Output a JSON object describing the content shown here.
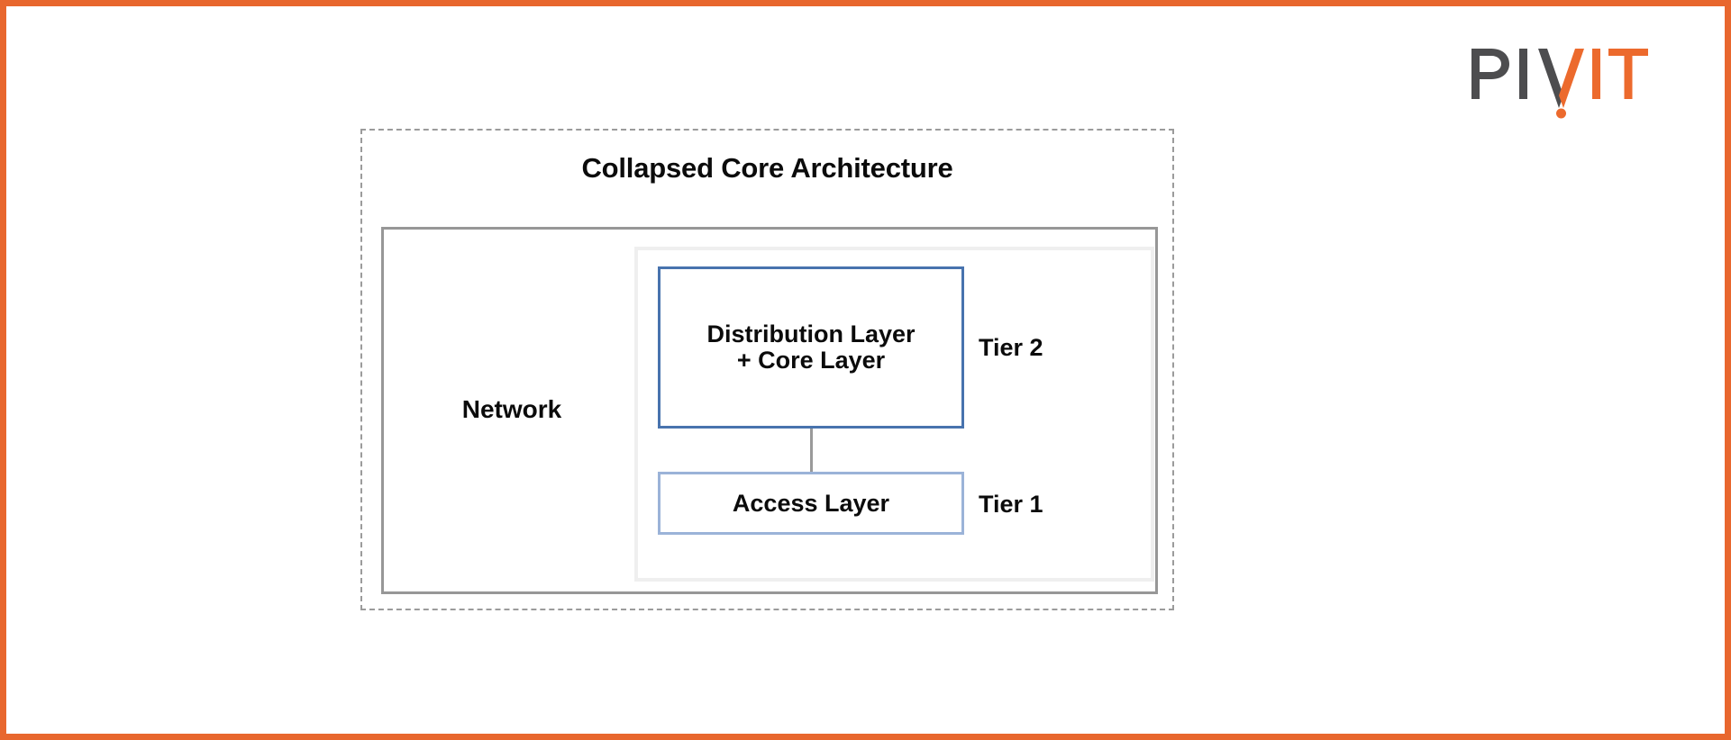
{
  "brand": {
    "logo_name": "PIVIT",
    "logo_part_dark": "PI",
    "logo_part_accent": "IT",
    "logo_middle_letter": "V",
    "dark_color": "#4D4D4F",
    "accent_color": "#EC6A2D"
  },
  "frame": {
    "border_color": "#E8672E"
  },
  "diagram": {
    "title": "Collapsed Core Architecture",
    "outer_container_label": "Collapsed Core Architecture",
    "network_label": "Network",
    "dashed_border_color": "#9b9b9b",
    "network_border_color": "#979797",
    "inner_wrapper_border_color": "#efefef",
    "connector_color": "#9a9a9a",
    "tiers": [
      {
        "id": "tier-2",
        "box_lines": [
          "Distribution Layer",
          "+ Core Layer"
        ],
        "side_label": "Tier 2",
        "border_color": "#4873AE"
      },
      {
        "id": "tier-1",
        "box_lines": [
          "Access Layer"
        ],
        "side_label": "Tier 1",
        "border_color": "#9BB3D8"
      }
    ]
  }
}
